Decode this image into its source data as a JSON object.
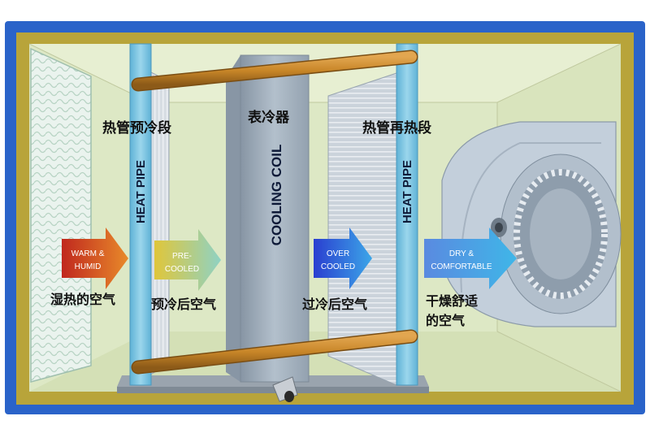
{
  "labels": {
    "precool_section": "热管预冷段",
    "cooler": "表冷器",
    "reheat_section": "热管再热段",
    "heat_pipe_left": "HEAT PIPE",
    "cooling_coil": "COOLING COIL",
    "heat_pipe_right": "HEAT PIPE"
  },
  "arrows": [
    {
      "line1": "WARM &",
      "line2": "HUMID",
      "caption1": "湿热的空气",
      "caption2": ""
    },
    {
      "line1": "PRE-",
      "line2": "COOLED",
      "caption1": "预冷后空气",
      "caption2": ""
    },
    {
      "line1": "OVER",
      "line2": "COOLED",
      "caption1": "过冷后空气",
      "caption2": ""
    },
    {
      "line1": "DRY &",
      "line2": "COMFORTABLE",
      "caption1": "干燥舒适",
      "caption2": "的空气"
    }
  ],
  "colors": {
    "outer_border": "#2a63c9",
    "frame_gold": "#b8a43a",
    "interior": "#dde8c5",
    "heat_pipe": "#7fc6e0",
    "copper_pipe": "#c8892e",
    "coil": "#a3b2c0",
    "fan": "#b9c6d3"
  }
}
